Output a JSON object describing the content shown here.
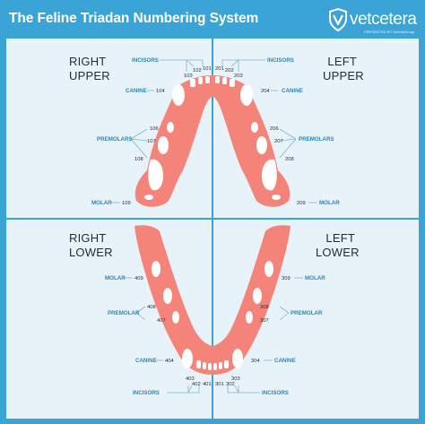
{
  "header": {
    "title": "The Feline Triadan Numbering System",
    "logo_text": "vetcetera",
    "logo_subtext": "PRESENTED BY OneVetGroup"
  },
  "colors": {
    "background": "#3ba4d6",
    "panel": "#e8f3f9",
    "gum": "#f4847a",
    "tooth": "#ffffff",
    "leader": "#7fb2cc",
    "label": "#2a86b8",
    "number": "#1d2a3a"
  },
  "quadrants": {
    "right_upper": {
      "line1": "RIGHT",
      "line2": "UPPER"
    },
    "left_upper": {
      "line1": "LEFT",
      "line2": "UPPER"
    },
    "right_lower": {
      "line1": "RIGHT",
      "line2": "LOWER"
    },
    "left_lower": {
      "line1": "LEFT",
      "line2": "LOWER"
    }
  },
  "labels": {
    "incisors_upper": "INCISORS",
    "canine_ur": "CANINE",
    "premolars_ur": "PREMOLARS",
    "molar_ur": "MOLAR",
    "canine_ul": "CANINE",
    "premolars_ul": "PREMOLARS",
    "molar_ul": "MOLAR",
    "molar_lr": "MOLAR",
    "premolar_lr": "PREMOLAR",
    "canine_lr": "CANINE",
    "molar_ll": "MOLAR",
    "premolar_ll": "PREMOLAR",
    "canine_ll": "CANINE",
    "incisors_lower": "INCISORS"
  },
  "numbers": {
    "n101": "101",
    "n102": "102",
    "n103": "103",
    "n201": "201",
    "n202": "202",
    "n203": "203",
    "n104": "104",
    "n106": "106",
    "n107": "107",
    "n108": "108",
    "n109": "109",
    "n204": "204",
    "n206": "206",
    "n207": "207",
    "n208": "208",
    "n209": "209",
    "n409": "409",
    "n408": "408",
    "n407": "407",
    "n404": "404",
    "n403": "403",
    "n402": "402",
    "n401": "401",
    "n309": "309",
    "n308": "308",
    "n307": "307",
    "n304": "304",
    "n301": "301",
    "n302": "302",
    "n303": "303"
  }
}
